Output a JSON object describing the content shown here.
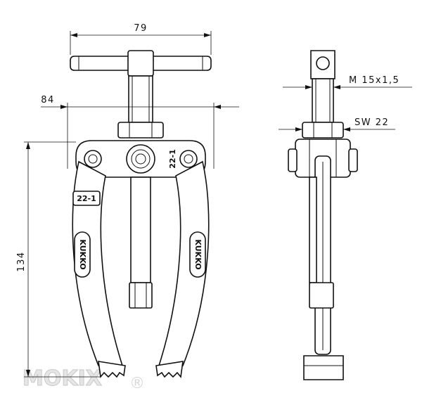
{
  "dimensions": {
    "overall_width": "79",
    "jaw_width": "84",
    "height": "134",
    "thread": "M 15x1,5",
    "wrench_size": "SW 22"
  },
  "labels": {
    "brand_left": "KUKKO",
    "brand_right": "KUKKO",
    "model_plate": "22-1",
    "model_body": "22-1"
  },
  "watermark": {
    "text": "MOKIX",
    "registered": "®"
  }
}
